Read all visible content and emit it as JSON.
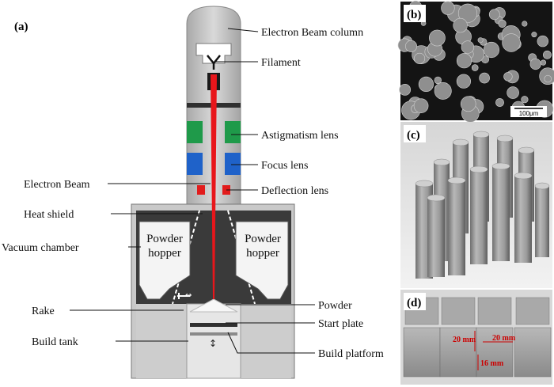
{
  "panels": {
    "a": "(a)",
    "b": "(b)",
    "c": "(c)",
    "d": "(d)"
  },
  "labels": {
    "electron_beam_column": "Electron Beam column",
    "filament": "Filament",
    "astigmatism_lens": "Astigmatism lens",
    "focus_lens": "Focus lens",
    "electron_beam": "Electron Beam",
    "deflection_lens": "Deflection lens",
    "heat_shield": "Heat shield",
    "vacuum_chamber": "Vacuum chamber",
    "powder_hopper_left_1": "Powder",
    "powder_hopper_left_2": "hopper",
    "powder_hopper_right_1": "Powder",
    "powder_hopper_right_2": "hopper",
    "rake": "Rake",
    "powder": "Powder",
    "start_plate": "Start plate",
    "build_tank": "Build tank",
    "build_platform": "Build platform"
  },
  "micrograph": {
    "scale_bar": "100μm"
  },
  "blocks": {
    "dim_a": "20 mm",
    "dim_b": "20 mm",
    "dim_c": "16 mm"
  },
  "colors": {
    "beam": "#e8161b",
    "astigmatism": "#1f9a4a",
    "focus": "#1f62c9",
    "deflection": "#e21c1c",
    "column": "#b9b9b9",
    "chamber": "#c9c9c9",
    "chamber_dark": "#3a3a3a"
  }
}
